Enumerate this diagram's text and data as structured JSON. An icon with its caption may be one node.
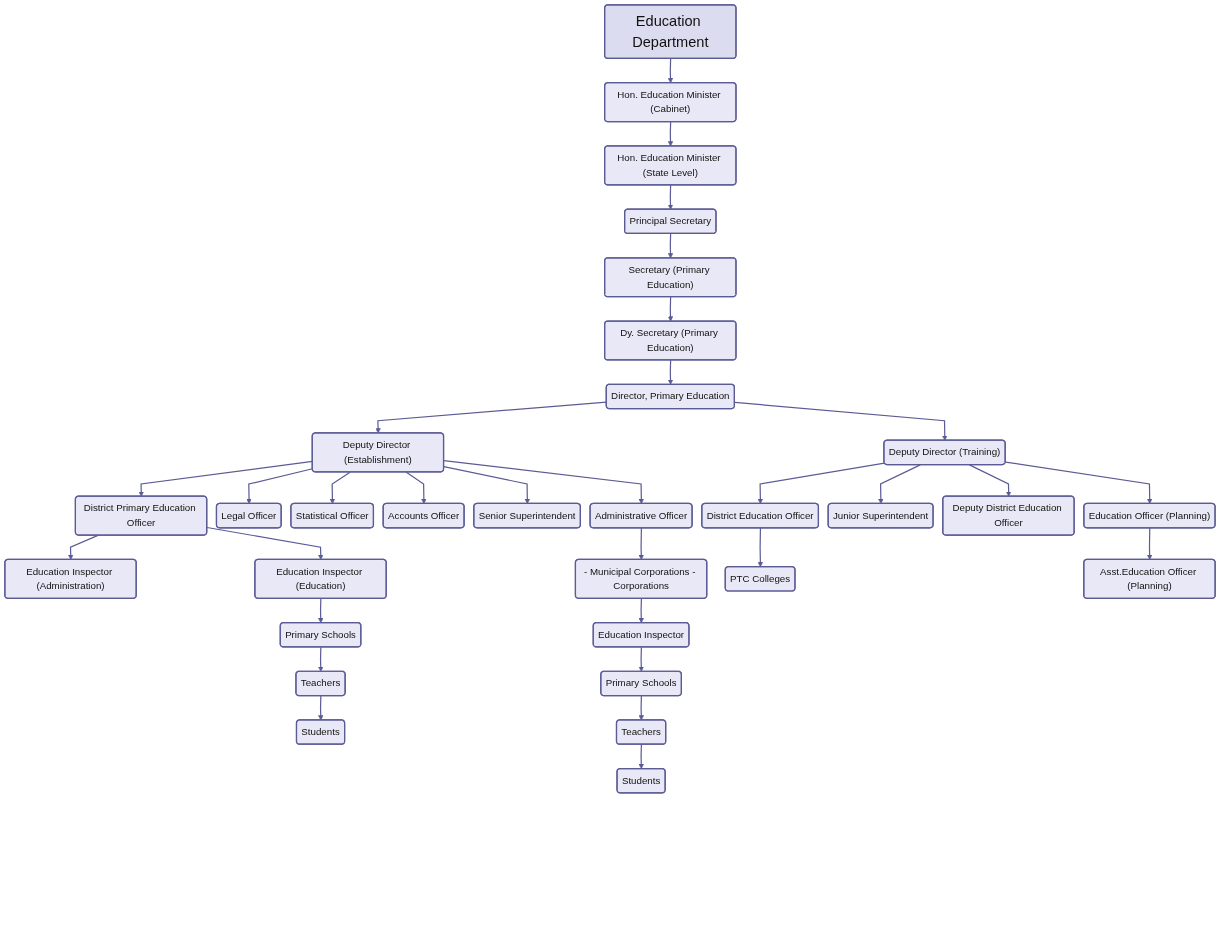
{
  "diagram": {
    "nodes": [
      {
        "text": [
          "Education Department"
        ]
      },
      {
        "text": [
          "Hon. Education Minister (Cabinet)"
        ]
      },
      {
        "text": [
          "Hon. Education Minister (State Level)"
        ]
      },
      {
        "text": [
          "Principal Secretary"
        ]
      },
      {
        "text": [
          "Secretary (Primary Education)"
        ]
      },
      {
        "text": [
          "Dy. Secretary (Primary Education)"
        ]
      },
      {
        "text": [
          "Director, Primary Education"
        ]
      },
      {
        "text": [
          "Deputy Director (Establishment)"
        ]
      },
      {
        "text": [
          "Deputy Director (Training)"
        ]
      },
      {
        "text": [
          "District Primary Education Officer"
        ]
      },
      {
        "text": [
          "Legal Officer"
        ]
      },
      {
        "text": [
          "Statistical Officer"
        ]
      },
      {
        "text": [
          "Accounts Officer"
        ]
      },
      {
        "text": [
          "Senior Superintendent"
        ]
      },
      {
        "text": [
          "Administrative Officer"
        ]
      },
      {
        "text": [
          "District Education Officer"
        ]
      },
      {
        "text": [
          "Junior Superintendent"
        ]
      },
      {
        "text": [
          "Deputy District Education Officer"
        ]
      },
      {
        "text": [
          "Education Officer (Planning)"
        ]
      },
      {
        "text": [
          "Education Inspector (Administration)"
        ]
      },
      {
        "text": [
          "Education Inspector (Education)"
        ]
      },
      {
        "text": [
          "Primary Schools"
        ]
      },
      {
        "text": [
          "Teachers"
        ]
      },
      {
        "text": [
          "Students"
        ]
      },
      {
        "text": [
          "- Municipal Corporations - Corporations"
        ]
      },
      {
        "text": [
          "Education Inspector"
        ]
      },
      {
        "text": [
          "Primary Schools"
        ]
      },
      {
        "text": [
          "Teachers"
        ]
      },
      {
        "text": [
          "Students"
        ]
      },
      {
        "text": [
          "PTC Colleges"
        ]
      },
      {
        "text": [
          "Asst.Education Officer (Planning)"
        ]
      }
    ],
    "edges": [
      {
        "from": 0,
        "to": 1,
        "arrow": "to"
      },
      {
        "from": 1,
        "to": 2,
        "arrow": "to"
      },
      {
        "from": 2,
        "to": 3,
        "arrow": "to"
      },
      {
        "from": 3,
        "to": 4,
        "arrow": "to"
      },
      {
        "from": 4,
        "to": 5,
        "arrow": "to"
      },
      {
        "from": 5,
        "to": 6,
        "arrow": "to"
      },
      {
        "from": 6,
        "to": 7,
        "arrow": "to"
      },
      {
        "from": 6,
        "to": 8,
        "arrow": "to"
      },
      {
        "from": 7,
        "to": 9,
        "arrow": "to"
      },
      {
        "from": 7,
        "to": 10,
        "arrow": "to"
      },
      {
        "from": 7,
        "to": 11,
        "arrow": "to"
      },
      {
        "from": 7,
        "to": 12,
        "arrow": "to"
      },
      {
        "from": 7,
        "to": 13,
        "arrow": "to"
      },
      {
        "from": 7,
        "to": 14,
        "arrow": "to"
      },
      {
        "from": 8,
        "to": 15,
        "arrow": "to"
      },
      {
        "from": 8,
        "to": 16,
        "arrow": "to"
      },
      {
        "from": 8,
        "to": 17,
        "arrow": "to"
      },
      {
        "from": 8,
        "to": 18,
        "arrow": "to"
      },
      {
        "from": 9,
        "to": 19,
        "arrow": "to"
      },
      {
        "from": 9,
        "to": 20,
        "arrow": "to"
      },
      {
        "from": 20,
        "to": 21,
        "arrow": "to"
      },
      {
        "from": 21,
        "to": 22,
        "arrow": "to"
      },
      {
        "from": 22,
        "to": 23,
        "arrow": "to"
      },
      {
        "from": 14,
        "to": 24,
        "arrow": "to"
      },
      {
        "from": 24,
        "to": 25,
        "arrow": "to"
      },
      {
        "from": 25,
        "to": 26,
        "arrow": "to"
      },
      {
        "from": 26,
        "to": 27,
        "arrow": "to"
      },
      {
        "from": 27,
        "to": 28,
        "arrow": "to"
      },
      {
        "from": 15,
        "to": 29,
        "arrow": "to"
      },
      {
        "from": 18,
        "to": 30,
        "arrow": "to"
      }
    ]
  }
}
